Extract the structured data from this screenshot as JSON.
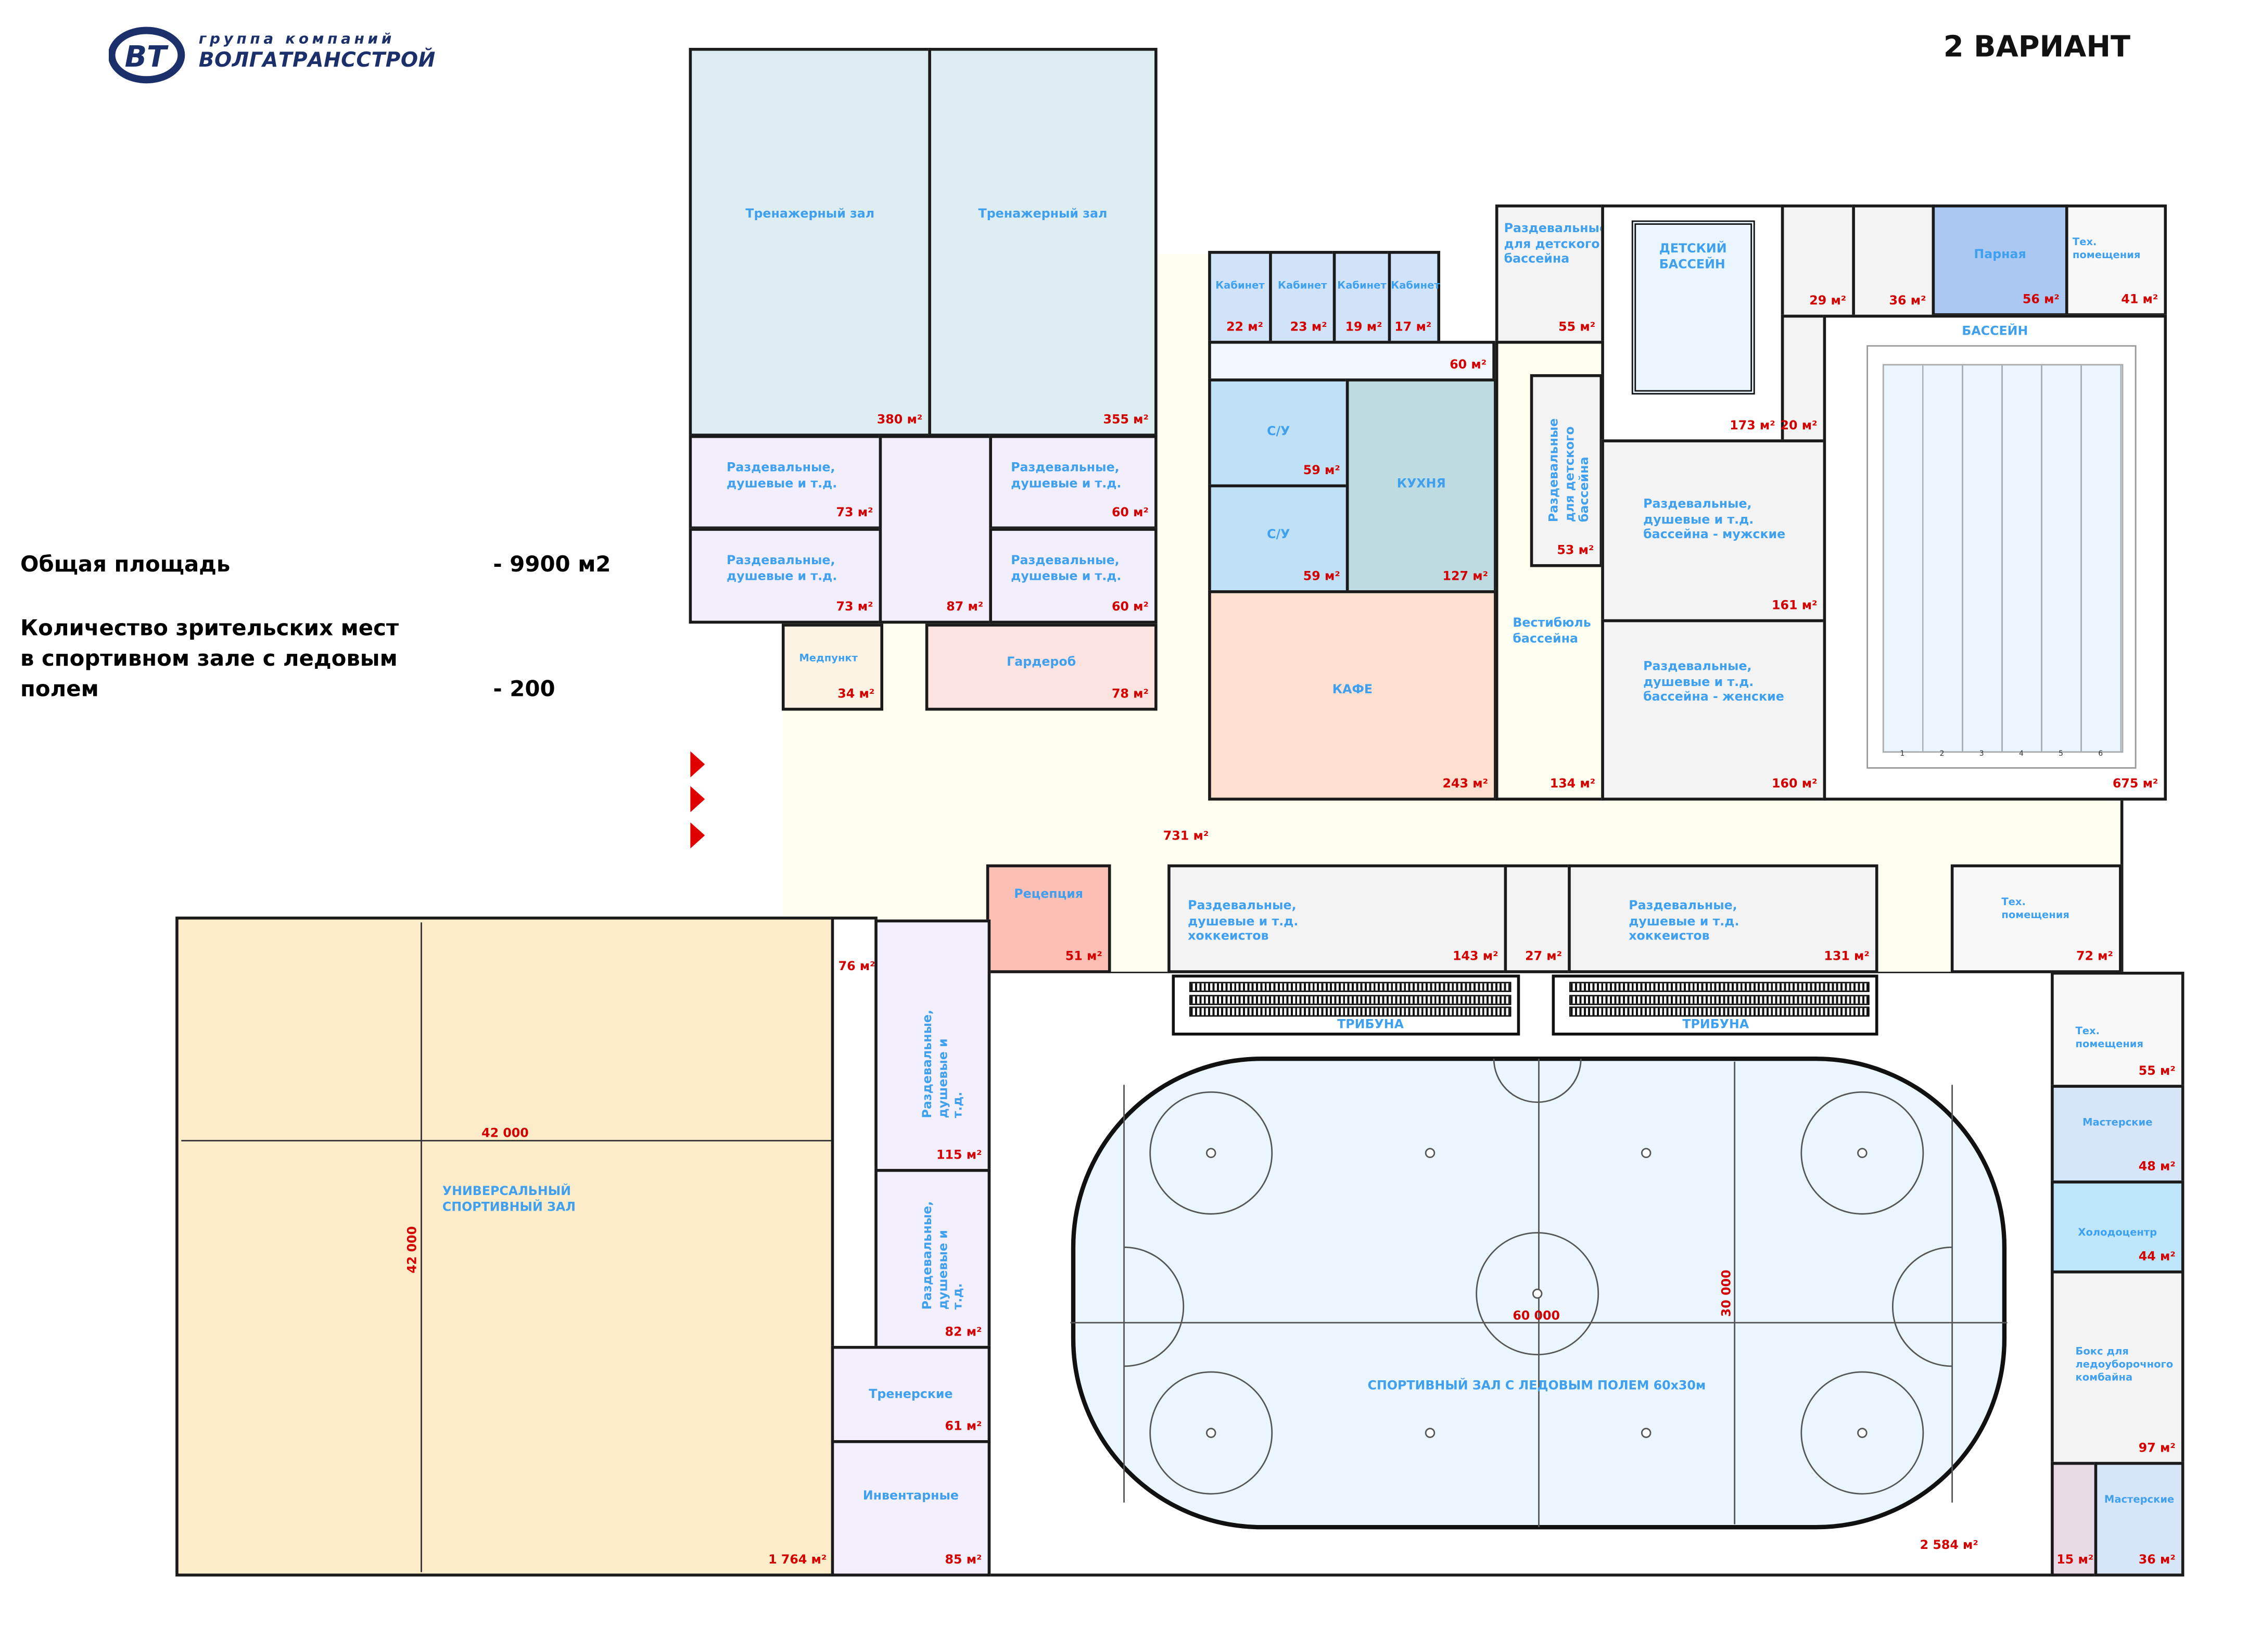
{
  "header": {
    "logo_line1": "группа компаний",
    "logo_line2": "ВОЛГАТРАНССТРОЙ",
    "logo_mark": "ВТ",
    "variant": "2 ВАРИАНТ"
  },
  "summary": {
    "total_area_label": "Общая площадь",
    "total_area_value": "- 9900 м2",
    "seats_label": "Количество зрительских мест\nв спортивном зале с ледовым\nполем",
    "seats_value": "- 200"
  },
  "rooms": {
    "gym1": {
      "label": "Тренажерный зал",
      "area": "380 м²"
    },
    "gym2": {
      "label": "Тренажерный зал",
      "area": "355 м²"
    },
    "lockL1": {
      "label": "Раздевальные,\nдушевые и т.д.",
      "area": "73 м²"
    },
    "lockL2": {
      "label": "Раздевальные,\nдушевые и т.д.",
      "area": "73 м²"
    },
    "corr87": {
      "label": "",
      "area": "87 м²"
    },
    "lockR1": {
      "label": "Раздевальные,\nдушевые и т.д.",
      "area": "60 м²"
    },
    "lockR2": {
      "label": "Раздевальные,\nдушевые и т.д.",
      "area": "60 м²"
    },
    "med": {
      "label": "Медпункт",
      "area": "34 м²"
    },
    "garderob": {
      "label": "Гардероб",
      "area": "78 м²"
    },
    "kab1": {
      "label": "Кабинет",
      "area": "22 м²"
    },
    "kab2": {
      "label": "Кабинет",
      "area": "23 м²"
    },
    "kab3": {
      "label": "Кабинет",
      "area": "19 м²"
    },
    "kab4": {
      "label": "Кабинет",
      "area": "17 м²"
    },
    "corr60": {
      "label": "",
      "area": "60 м²"
    },
    "su1": {
      "label": "С/У",
      "area": "59 м²"
    },
    "su2": {
      "label": "С/У",
      "area": "59 м²"
    },
    "kitchen": {
      "label": "КУХНЯ",
      "area": "127 м²"
    },
    "cafe": {
      "label": "КАФЕ",
      "area": "243 м²"
    },
    "kidsLock": {
      "label": "Раздевальные\nдля детского\nбассейна",
      "area": "55 м²"
    },
    "kidsPool": {
      "label": "",
      "area": "173 м²"
    },
    "r29": {
      "label": "",
      "area": "29 м²"
    },
    "r36": {
      "label": "",
      "area": "36 м²"
    },
    "parnaya": {
      "label": "Парная",
      "area": "56 м²"
    },
    "tech41": {
      "label": "Тех.\nпомещения",
      "area": "41 м²"
    },
    "r20": {
      "label": "",
      "area": "20 м²"
    },
    "vestibule": {
      "label": "Вестибюль\nбассейна",
      "area": "134 м²"
    },
    "kidsLock2": {
      "label": "Раздевальные\nдля детского\nбассейна",
      "area": "53 м²"
    },
    "men": {
      "label": "Раздевальные,\nдушевые и т.д.\nбассейна - мужские",
      "area": "161 м²"
    },
    "women": {
      "label": "Раздевальные,\nдушевые и т.д.\nбассейна - женские",
      "area": "160 м²"
    },
    "pool": {
      "label": "БАССЕЙН",
      "area": "675 м²"
    },
    "reception": {
      "label": "Рецепция",
      "area": "51 м²"
    },
    "hock1": {
      "label": "Раздевальные,\nдушевые и т.д.\nхоккеистов",
      "area": "143 м²"
    },
    "small27": {
      "label": "",
      "area": "27 м²"
    },
    "hock2": {
      "label": "Раздевальные,\nдушевые и т.д.\nхоккеистов",
      "area": "131 м²"
    },
    "tech72": {
      "label": "Тех.\nпомещения",
      "area": "72 м²"
    },
    "uni": {
      "label": "УНИВЕРСАЛЬНЫЙ\nСПОРТИВНЫЙ ЗАЛ",
      "area": "1 764 м²"
    },
    "corr76": {
      "label": "",
      "area": "76 м²"
    },
    "lock115": {
      "label": "Раздевальные,\nдушевые и т.д.",
      "area": "115 м²"
    },
    "lock82": {
      "label": "Раздевальные,\nдушевые и т.д.",
      "area": "82 м²"
    },
    "trainers": {
      "label": "Тренерские",
      "area": "61 м²"
    },
    "inventory": {
      "label": "Инвентарные",
      "area": "85 м²"
    },
    "iceHall": {
      "label": "",
      "area": "2 584 м²"
    },
    "tech55": {
      "label": "Тех.\nпомещения",
      "area": "55 м²"
    },
    "mast48": {
      "label": "Мастерские",
      "area": "48 м²"
    },
    "holod": {
      "label": "Холодоцентр",
      "area": "44 м²"
    },
    "box97": {
      "label": "Бокс для\nледоуборочного\nкомбайна",
      "area": "97 м²"
    },
    "r15": {
      "label": "",
      "area": "15 м²"
    },
    "mast36": {
      "label": "Мастерские",
      "area": "36 м²"
    }
  },
  "labels": {
    "kids_pool": "ДЕТСКИЙ\nБАССЕЙН",
    "main_hall_area": "731 м²",
    "tribune_left": "ТРИБУНА",
    "tribune_right": "ТРИБУНА",
    "rink_title": "СПОРТИВНЫЙ ЗАЛ С ЛЕДОВЫМ ПОЛЕМ 60x30м",
    "rink_length": "60 000",
    "rink_width": "30 000",
    "uni_length": "42 000",
    "uni_width": "42 000",
    "lanes": [
      "1",
      "2",
      "3",
      "4",
      "5",
      "6"
    ]
  },
  "colors": {
    "label": "#3fa0f0",
    "area": "#d40000",
    "hall": "#fefff0",
    "logo": "#1b2f6b",
    "entry_arrow": "#e00000"
  }
}
